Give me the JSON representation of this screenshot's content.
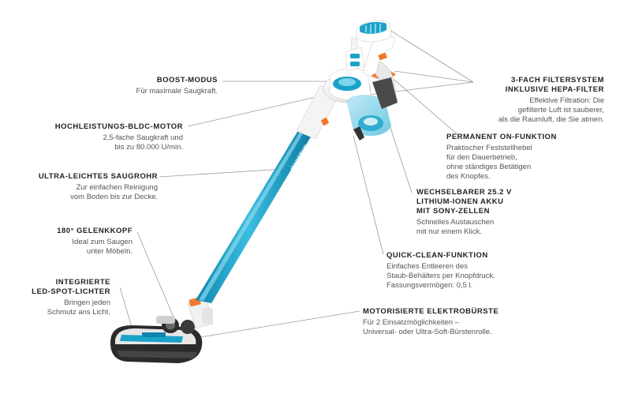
{
  "brand": "INVICTUS",
  "callouts": [
    {
      "id": "boost",
      "title": "BOOST-MODUS",
      "desc": "Für maximale Saugkraft."
    },
    {
      "id": "motor",
      "title": "HOCHLEISTUNGS-BLDC-MOTOR",
      "desc": "2,5-fache Saugkraft und\nbis zu 80.000 U/min."
    },
    {
      "id": "rohr",
      "title": "ULTRA-LEICHTES SAUGROHR",
      "desc": "Zur einfachen Reinigung\nvom Boden bis zur Decke."
    },
    {
      "id": "gelenk",
      "title": "180° GELENKKOPF",
      "desc": "Ideal zum Saugen\nunter Möbeln."
    },
    {
      "id": "led",
      "title": "INTEGRIERTE\nLED-SPOT-LICHTER",
      "desc": "Bringen jeden\nSchmutz ans Licht."
    },
    {
      "id": "filter",
      "title": "3-FACH FILTERSYSTEM\nINKLUSIVE HEPA-FILTER",
      "desc": "Effektive Filtration: Die\ngefilterte Luft ist sauberer,\nals die Raumluft, die Sie atmen."
    },
    {
      "id": "onfunktion",
      "title": "PERMANENT ON-FUNKTION",
      "desc": "Praktischer Feststellhebel\nfür den Dauerbetrieb,\nohne ständiges Betätigen\ndes Knopfes."
    },
    {
      "id": "akku",
      "title": "WECHSELBARER 25.2 V\nLITHIUM-IONEN AKKU\nMIT SONY-ZELLEN",
      "desc": "Schnelles Austauschen\nmit nur einem Klick."
    },
    {
      "id": "quickclean",
      "title": "QUICK-CLEAN-FUNKTION",
      "desc": "Einfaches Entleeren des\nStaub-Behälters per Knopfdruck.\nFassungsvermögen: 0,5 l."
    },
    {
      "id": "buerste",
      "title": "MOTORISIERTE ELEKTROBÜRSTE",
      "desc": "Für 2 Einsatzmöglichkeiten –\nUniversal- oder Ultra-Soft-Bürstenrolle."
    }
  ],
  "colors": {
    "accent": "#1aa3c9",
    "accent_light": "#7fd3ea",
    "orange": "#f07a2a",
    "body": "#f2f2f2",
    "dark": "#2a2a2a",
    "line": "#9a9a9a"
  }
}
